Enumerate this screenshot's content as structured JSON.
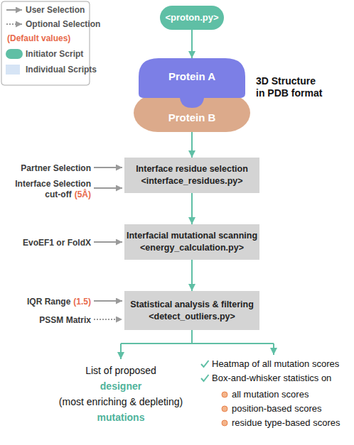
{
  "diagram": {
    "nodes": [
      {
        "text": [
          "<proton.py>"
        ]
      },
      {
        "text": [
          "Protein A"
        ]
      },
      {
        "text": [
          "Protein B"
        ]
      },
      {
        "text": [
          "Interface residue selection",
          "<interface_residues.py>"
        ]
      },
      {
        "text": [
          "Interfacial mutational scanning",
          "<energy_calculation.py>"
        ]
      },
      {
        "text": [
          "Statistical analysis & filtering",
          "<detect_outliers.py>"
        ]
      }
    ],
    "edges": [
      {
        "from": 0,
        "to": 1,
        "arrow": "to"
      },
      {
        "from": 2,
        "to": 3,
        "arrow": "to"
      },
      {
        "from": 3,
        "to": 4,
        "arrow": "to"
      },
      {
        "from": 4,
        "to": 5,
        "arrow": "to"
      }
    ],
    "labels": [
      "(Default values)",
      "3D Structure in PDB format",
      "Partner Selection",
      "Interface Selection cut-off",
      "(5Å)",
      "EvoEF1 or FoldX",
      "IQR Range",
      "(1.5)",
      "PSSM Matrix",
      "List of proposed",
      "designer",
      "(most enriching & depleting)",
      "mutations",
      "Heatmap of all mutation scores",
      "Box-and-whisker statistics on",
      "all mutation scores",
      "position-based scores",
      "residue type-based scores"
    ],
    "legend": [
      {
        "text": "User Selection"
      },
      {
        "text": "Optional Selection"
      },
      {
        "text": "Initiator Script",
        "color": "#5fbfa5"
      },
      {
        "text": "Individual Scripts",
        "color": "#d6e4f5"
      }
    ]
  }
}
